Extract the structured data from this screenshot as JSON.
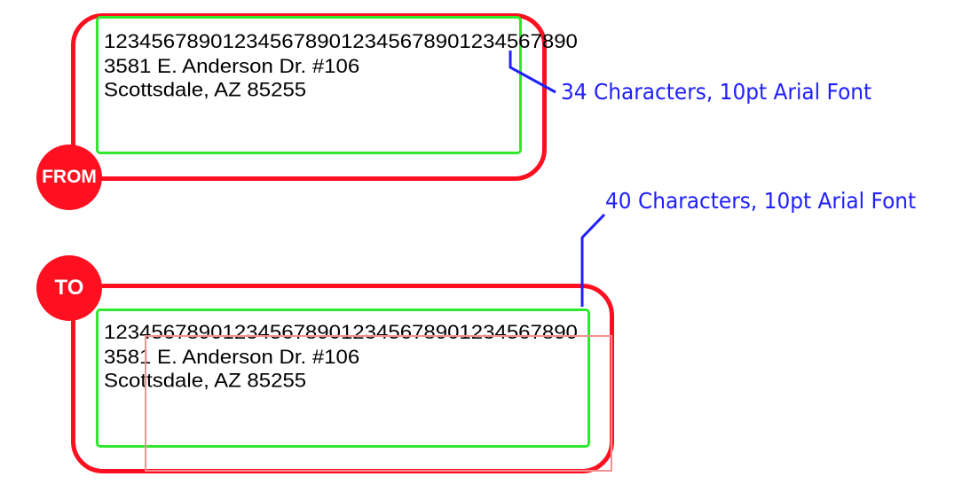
{
  "from_label": {
    "badge": "FROM",
    "lines": [
      "1234567890123456789012345678901234567890",
      "3581 E. Anderson Dr. #106",
      "Scottsdale, AZ 85255"
    ],
    "annotation": "34 Characters, 10pt Arial Font"
  },
  "to_label": {
    "badge": "TO",
    "lines": [
      "1234567890123456789012345678901234567890",
      "3581 E. Anderson Dr. #106",
      "Scottsdale, AZ 85255"
    ],
    "annotation": "40 Characters, 10pt Arial Font"
  },
  "colors": {
    "outline": "#ff1020",
    "text_area": "#2ee82e",
    "annotation": "#2020ff",
    "overlay": "#f49090"
  }
}
